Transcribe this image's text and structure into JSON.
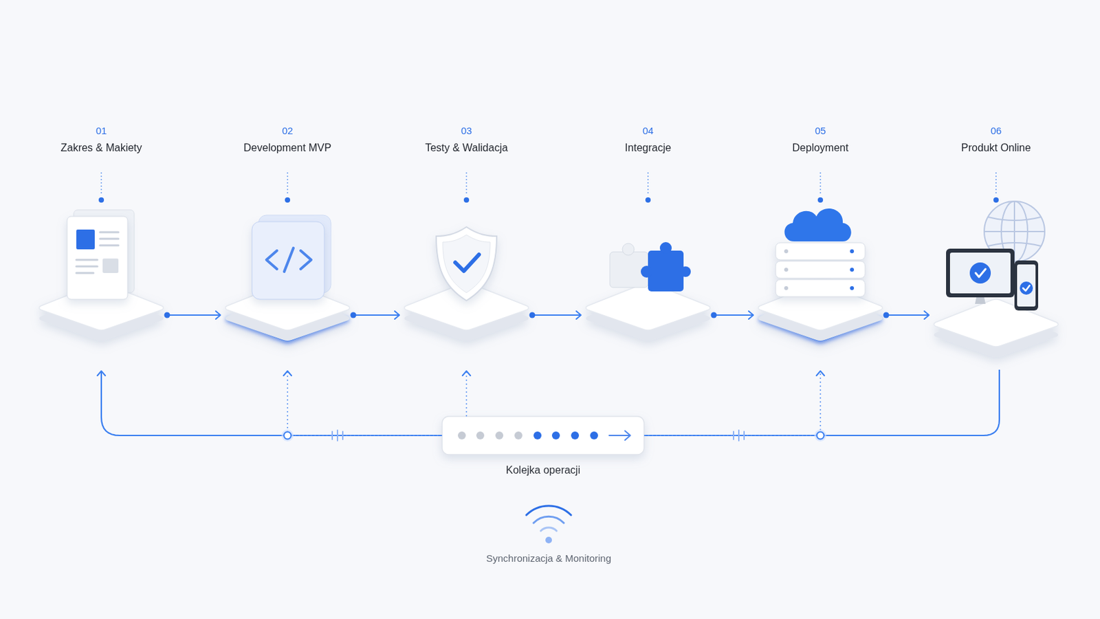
{
  "diagram": {
    "nodes": [
      {
        "text": [
          "01",
          "Zakres & Makiety"
        ]
      },
      {
        "text": [
          "02",
          "Development MVP"
        ]
      },
      {
        "text": [
          "03",
          "Testy & Walidacja"
        ]
      },
      {
        "text": [
          "04",
          "Integracje"
        ]
      },
      {
        "text": [
          "05",
          "Deployment"
        ]
      },
      {
        "text": [
          "06",
          "Produkt Online"
        ]
      },
      {
        "text": [
          "Kolejka operacji"
        ]
      }
    ],
    "edges": [
      {
        "from": 0,
        "to": 1,
        "arrow": "to"
      },
      {
        "from": 1,
        "to": 2,
        "arrow": "to"
      },
      {
        "from": 2,
        "to": 3,
        "arrow": "to"
      },
      {
        "from": 3,
        "to": 4,
        "arrow": "to"
      },
      {
        "from": 4,
        "to": 5,
        "arrow": "to"
      },
      {
        "from": 5,
        "to": 6,
        "arrow": "none"
      },
      {
        "from": 6,
        "to": 0,
        "arrow": "to"
      },
      {
        "from": 6,
        "to": 1,
        "arrow": "to"
      },
      {
        "from": 6,
        "to": 2,
        "arrow": "to"
      },
      {
        "from": 6,
        "to": 4,
        "arrow": "to"
      }
    ],
    "labels": [
      "Synchronizacja & Monitoring"
    ]
  }
}
